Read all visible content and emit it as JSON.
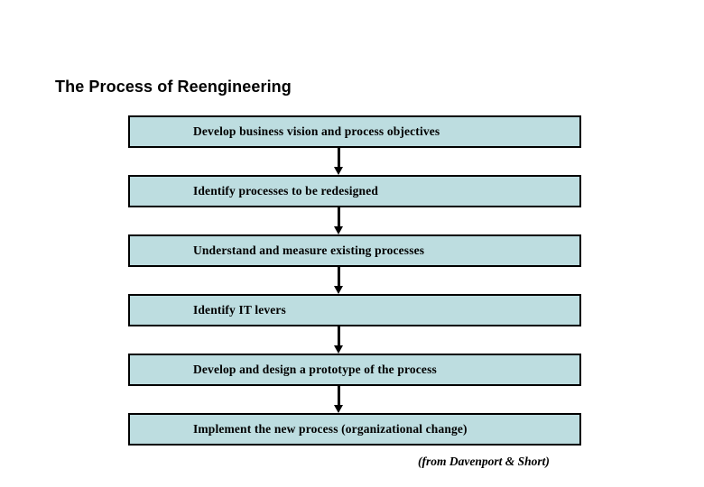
{
  "slide": {
    "title": "The Process of Reengineering",
    "background_color": "#ffffff",
    "attribution": "(from Davenport & Short)"
  },
  "flowchart": {
    "type": "vertical-sequence",
    "box_fill_color": "#bddde0",
    "box_border_color": "#000000",
    "arrow_color": "#000000",
    "steps": [
      {
        "index": 1,
        "label": "Develop business vision and process objectives"
      },
      {
        "index": 2,
        "label": "Identify processes to be redesigned"
      },
      {
        "index": 3,
        "label": "Understand and measure existing processes"
      },
      {
        "index": 4,
        "label": "Identify IT levers"
      },
      {
        "index": 5,
        "label": "Develop and design a prototype of the process"
      },
      {
        "index": 6,
        "label": "Implement the new process (organizational change)"
      }
    ],
    "connectors": [
      {
        "from": 1,
        "to": 2,
        "icon": "down-arrow-icon"
      },
      {
        "from": 2,
        "to": 3,
        "icon": "down-arrow-icon"
      },
      {
        "from": 3,
        "to": 4,
        "icon": "down-arrow-icon"
      },
      {
        "from": 4,
        "to": 5,
        "icon": "down-arrow-icon"
      },
      {
        "from": 5,
        "to": 6,
        "icon": "down-arrow-icon"
      }
    ]
  }
}
